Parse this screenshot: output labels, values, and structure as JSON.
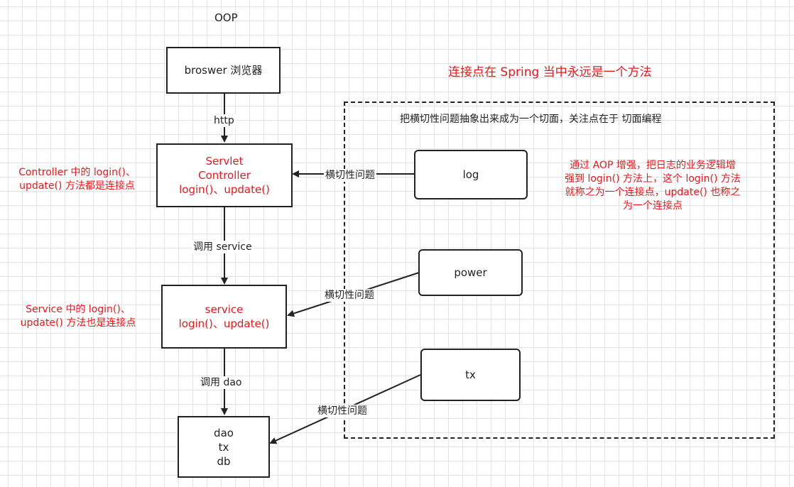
{
  "title": "OOP",
  "headline": "连接点在 Spring 当中永远是一个方法",
  "aspect_area": {
    "caption": "把横切性问题抽象出来成为一个切面，关注点在于 切面编程"
  },
  "nodes": {
    "browser": {
      "line1": "broswer 浏览器"
    },
    "controller": {
      "line1": "Servlet",
      "line2": "Controller",
      "line3": "login()、update()"
    },
    "service": {
      "line1": "service",
      "line2": "login()、update()"
    },
    "dao": {
      "line1": "dao",
      "line2": "tx",
      "line3": "db"
    },
    "log": {
      "line1": "log"
    },
    "power": {
      "line1": "power"
    },
    "tx": {
      "line1": "tx"
    }
  },
  "edges": {
    "http": "http",
    "call_service": "调用 service",
    "call_dao": "调用 dao",
    "cross_log": "横切性问题",
    "cross_power": "横切性问题",
    "cross_tx": "横切性问题"
  },
  "notes": {
    "controller_note": {
      "line1": "Controller 中的 login()、",
      "line2": "update() 方法都是连接点"
    },
    "service_note": {
      "line1": "Service 中的 login()、",
      "line2": "update() 方法也是连接点"
    },
    "aop_note": {
      "line1": "通过 AOP 增强，把日志的业务逻辑增",
      "line2": "强到 login() 方法上，这个 login() 方法",
      "line3": "就称之为一个连接点，update() 也称之",
      "line4": "为一个连接点"
    }
  },
  "colors": {
    "line": "#222222",
    "annotation": "#e8191d"
  }
}
